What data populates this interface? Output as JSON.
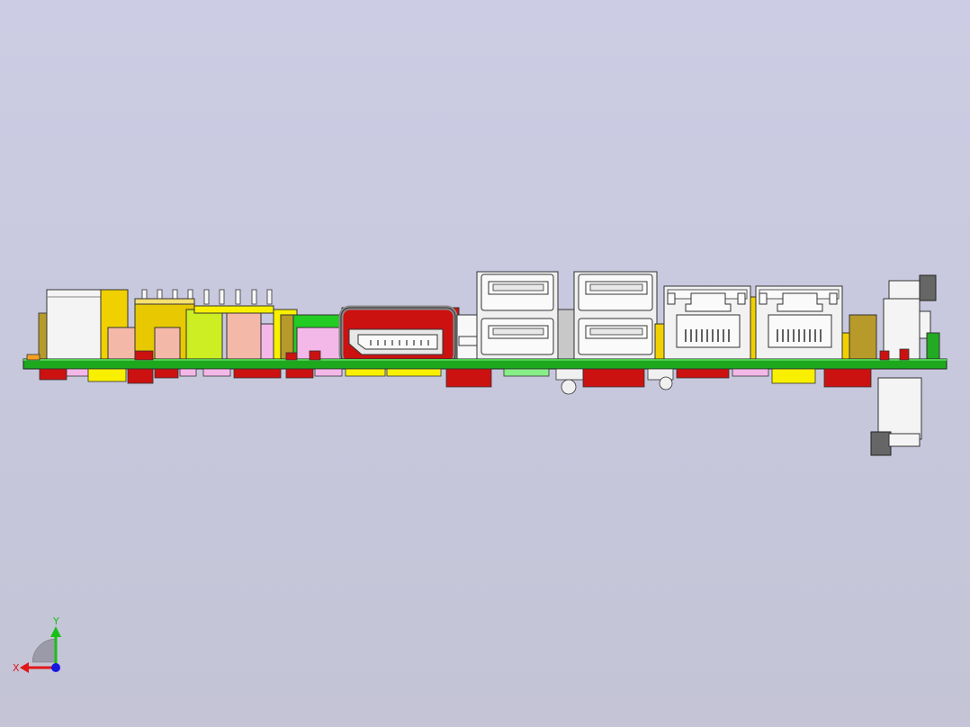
{
  "viewport": {
    "background_top": "#cccce4",
    "background_bottom": "#c4c4d6"
  },
  "model": {
    "pcb_color": "#1ea81e",
    "components": [
      "usb-type-b-connector",
      "dc-barrel-jack",
      "electrolytic-capacitors",
      "displayport-connector",
      "dual-usb-stack-left",
      "dual-usb-stack-right",
      "rj45-jack-left",
      "rj45-jack-right",
      "edge-latch-connector"
    ]
  },
  "triad": {
    "x_label": "X",
    "y_label": "Y",
    "x_color": "#e01818",
    "y_color": "#18c018",
    "z_color": "#1818e0"
  }
}
